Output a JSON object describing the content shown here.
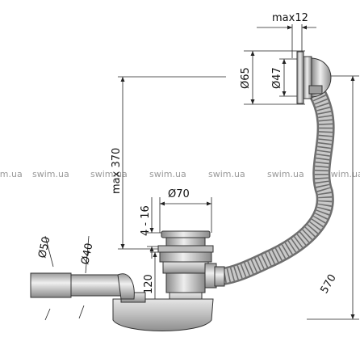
{
  "labels": {
    "max_offset": "max12",
    "outer_diameter_overflow": "Ø65",
    "inner_diameter_overflow": "Ø47",
    "max_height": "max 370",
    "drain_diameter": "Ø70",
    "adjustment_range": "4 - 16",
    "pipe_outer_diameter": "Ø50",
    "pipe_inner_diameter": "Ø40",
    "trap_height": "120",
    "hose_length": "570"
  },
  "watermark": "swim.ua",
  "colors": {
    "metal": "#c9c9c9",
    "metal_dark": "#8a8a8a",
    "hose": "#9d9d9d",
    "hose_dark": "#6e6e6e",
    "plastic": "#bdbdbd",
    "line": "#222222"
  }
}
